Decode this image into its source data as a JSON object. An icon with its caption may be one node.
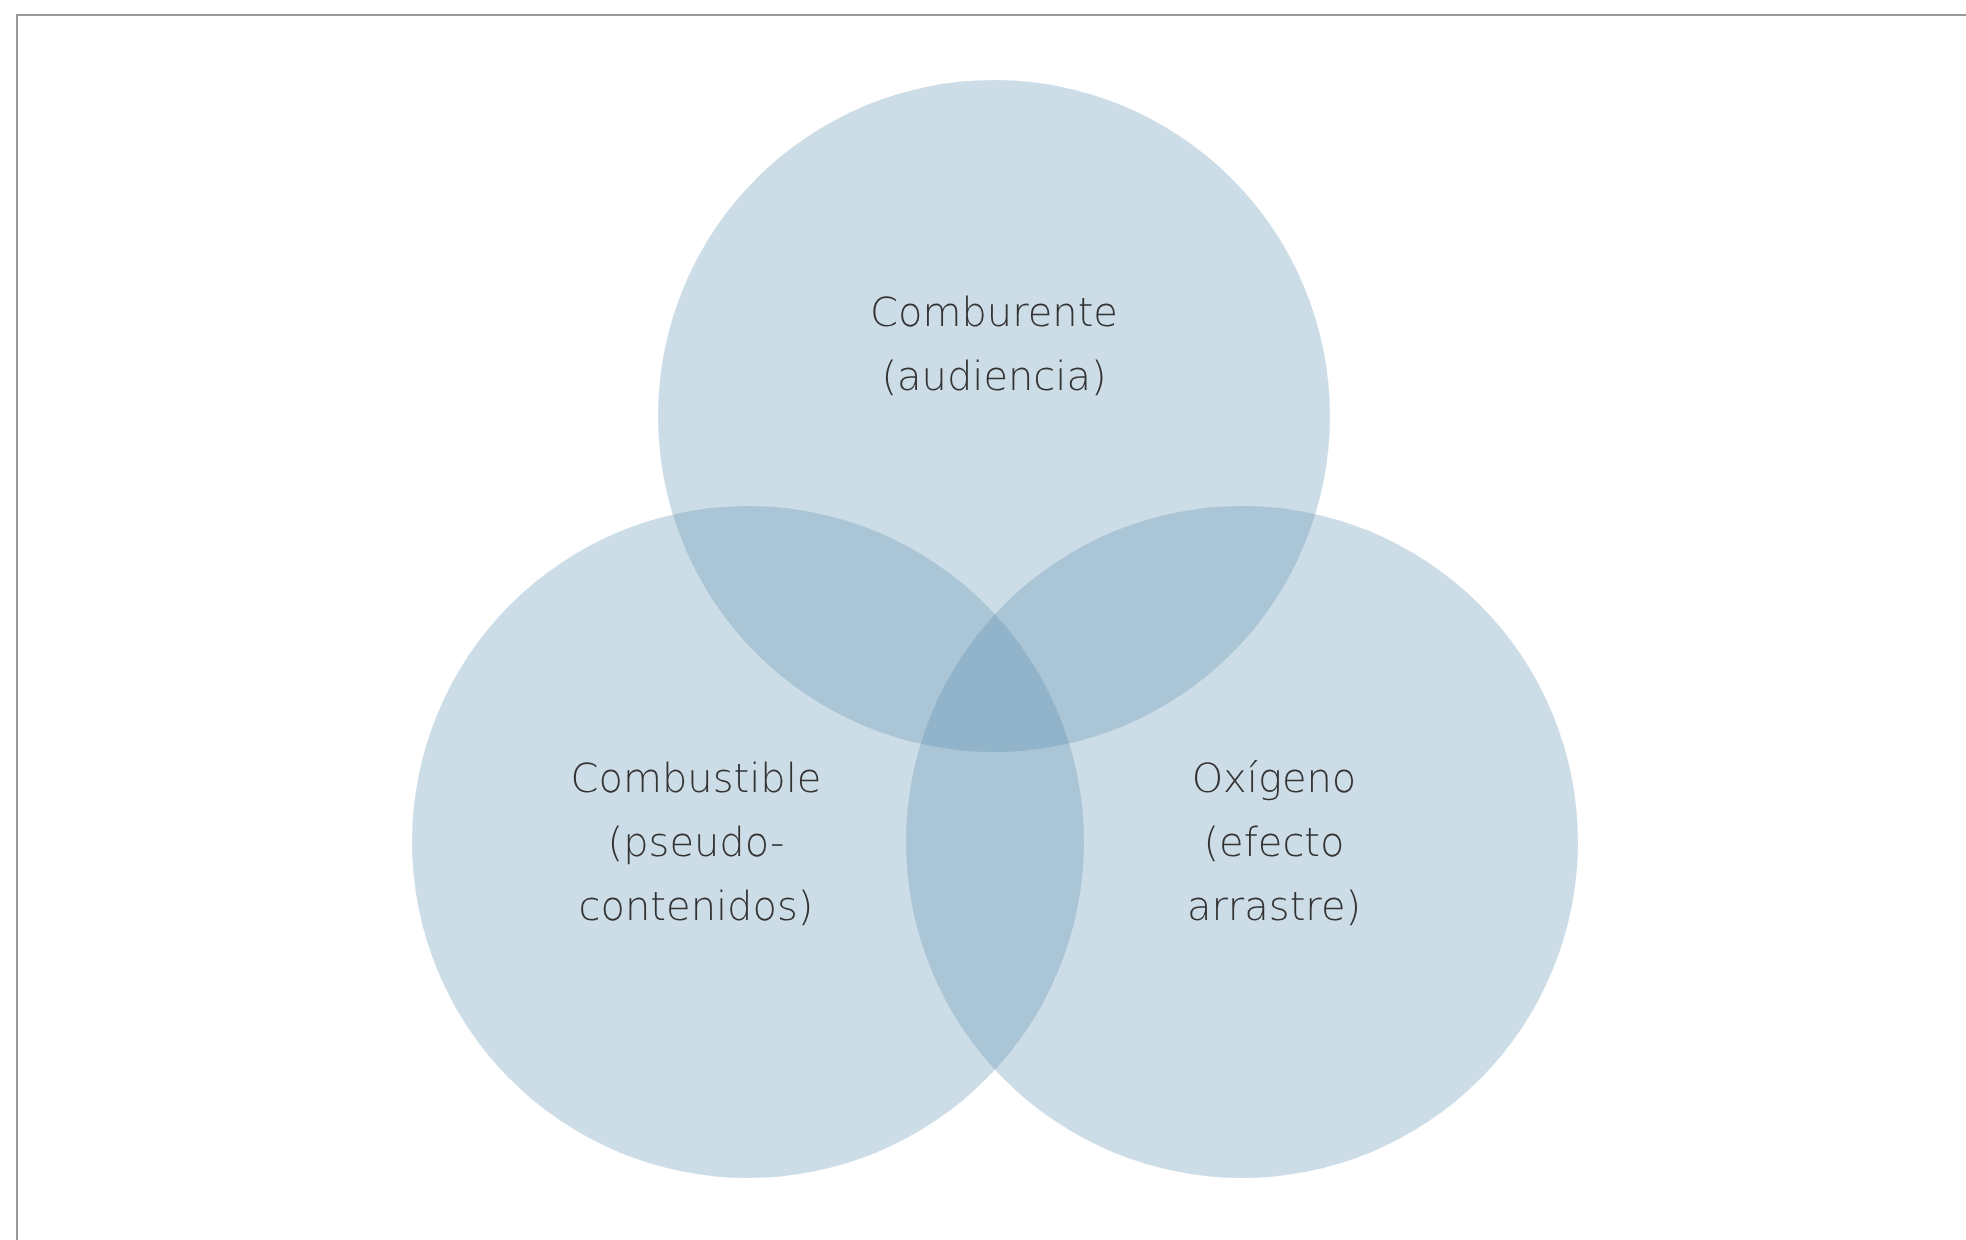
{
  "diagram": {
    "nodes": [
      {
        "text": [
          "Comburente (audiencia)"
        ]
      },
      {
        "text": [
          "Combustible (pseudo-contenidos)"
        ]
      },
      {
        "text": [
          "Oxígeno (efecto arrastre)"
        ]
      }
    ]
  }
}
